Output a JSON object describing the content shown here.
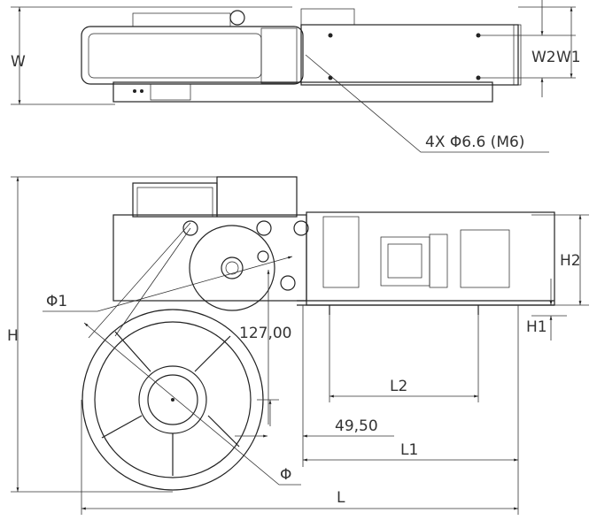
{
  "top_view": {
    "width_label": "W",
    "w2_label": "W2",
    "w1_label": "W1",
    "hole_callout": "4X Φ6.6 (M6)"
  },
  "front_view": {
    "height_label": "H",
    "h2_label": "H2",
    "h1_label": "H1",
    "wheel_diameter_label": "Φ1",
    "reel_diameter_label": "Φ",
    "vertical_offset_value": "127,00",
    "horizontal_offset_value": "49,50",
    "l2_label": "L2",
    "l1_label": "L1",
    "length_label": "L"
  }
}
